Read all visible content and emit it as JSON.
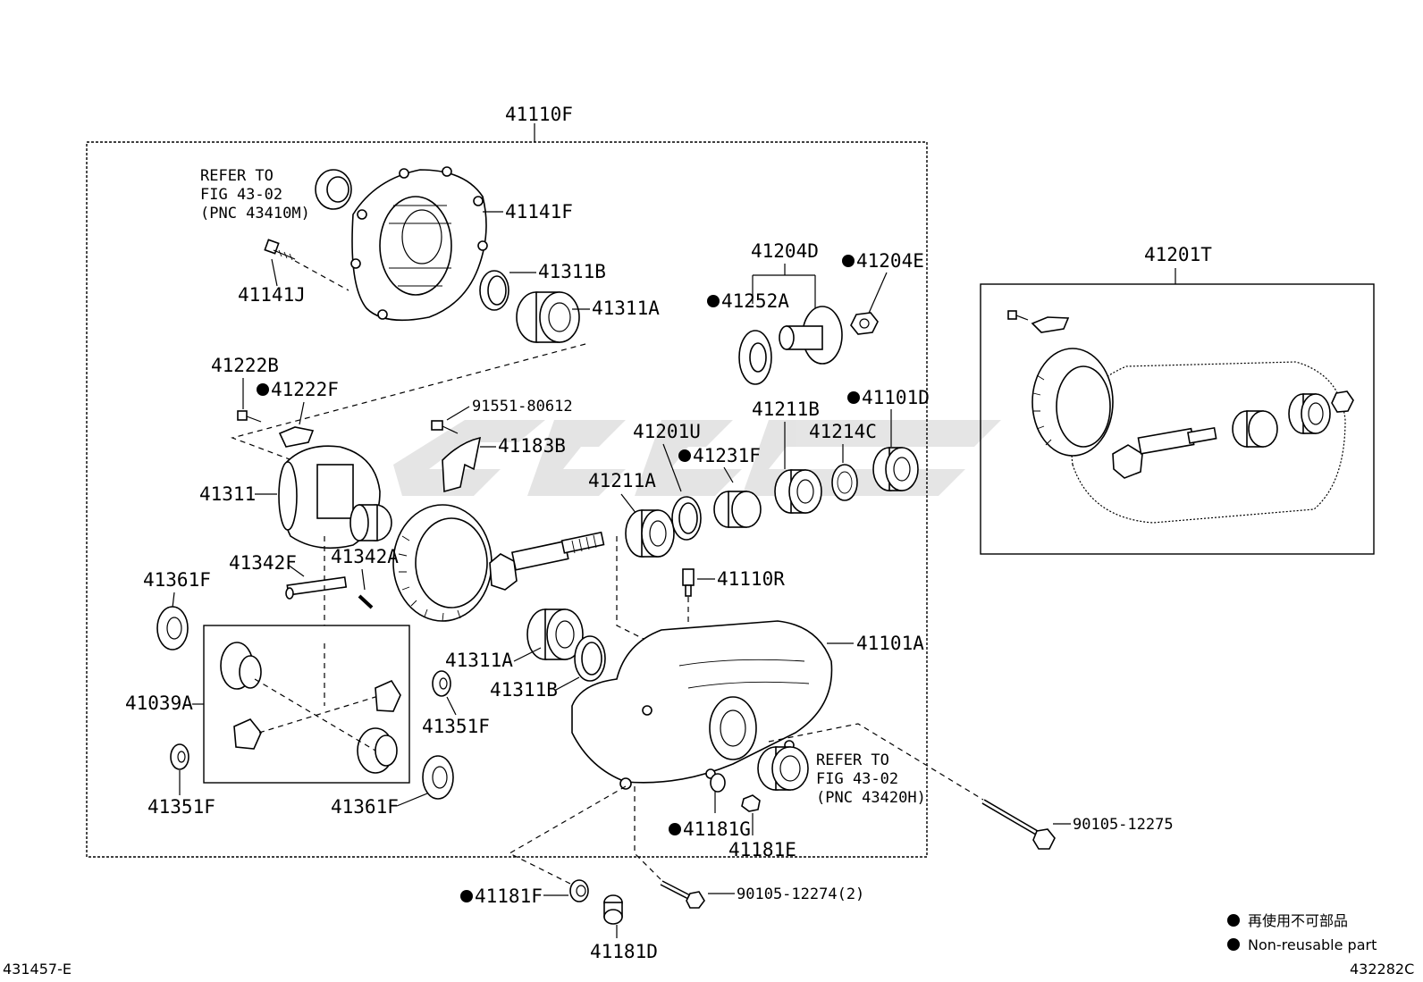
{
  "main_assembly": "41110F",
  "refer_note_top": [
    "REFER TO",
    "FIG 43-02",
    "(PNC 43410M)"
  ],
  "refer_note_bottom": [
    "REFER TO",
    "FIG 43-02",
    "(PNC 43420H)"
  ],
  "subassembly_right": "41201T",
  "bolt_right": "90105-12275",
  "bolt_bottom": "90105-12274(2)",
  "figure_code_left": "431457-E",
  "figure_code_right": "432282C",
  "legend": {
    "jp": "再使用不可部品",
    "en": "Non-reusable part"
  },
  "labels": {
    "p41141F": "41141F",
    "p41311B_top": "41311B",
    "p41311A_top": "41311A",
    "p41141J": "41141J",
    "p41204D": "41204D",
    "p41204E": "41204E",
    "p41252A": "41252A",
    "p41222B": "41222B",
    "p41222F": "41222F",
    "p91551": "91551-80612",
    "p41183B": "41183B",
    "p41201U": "41201U",
    "p41231F": "41231F",
    "p41211B": "41211B",
    "p41214C": "41214C",
    "p41101D": "41101D",
    "p41211A": "41211A",
    "p41311": "41311",
    "p41342F": "41342F",
    "p41342A": "41342A",
    "p41361F_top": "41361F",
    "p41110R": "41110R",
    "p41101A": "41101A",
    "p41039A": "41039A",
    "p41311A_mid": "41311A",
    "p41311B_mid": "41311B",
    "p41351F_mid": "41351F",
    "p41351F_left": "41351F",
    "p41361F_bottom": "41361F",
    "p41181G": "41181G",
    "p41181E": "41181E",
    "p41181F": "41181F",
    "p41181D": "41181D"
  }
}
